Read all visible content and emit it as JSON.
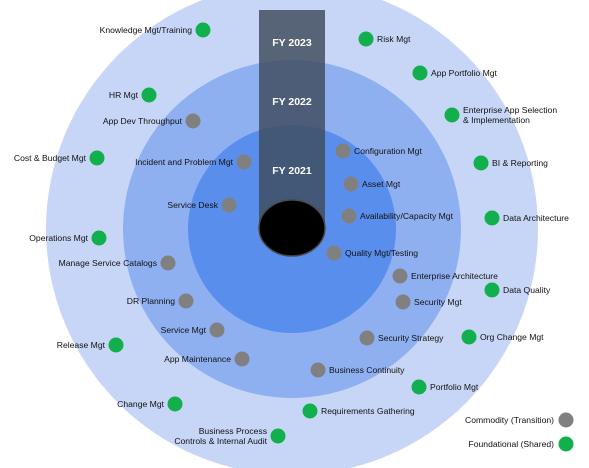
{
  "fiscal_years": [
    "FY 2023",
    "FY 2022",
    "FY 2021"
  ],
  "colors": {
    "ring_outer": "#c7d6f7",
    "ring_middle": "#8eb0f1",
    "ring_inner": "#5a8eec",
    "bar": "#3e4a5c",
    "core": "#000000",
    "commodity": "#808080",
    "foundational": "#12b04c"
  },
  "legend": [
    {
      "label": "Commodity (Transition)",
      "kind": "commodity"
    },
    {
      "label": "Foundational (Shared)",
      "kind": "foundational"
    }
  ],
  "items": [
    {
      "label": "Knowledge Mgt/Training",
      "kind": "foundational"
    },
    {
      "label": "Risk Mgt",
      "kind": "foundational"
    },
    {
      "label": "App Portfolio Mgt",
      "kind": "foundational"
    },
    {
      "label": "HR Mgt",
      "kind": "foundational"
    },
    {
      "label": "Enterprise App Selection",
      "label2": "& Implementation",
      "kind": "foundational"
    },
    {
      "label": "App Dev Throughput",
      "kind": "commodity"
    },
    {
      "label": "Configuration Mgt",
      "kind": "commodity"
    },
    {
      "label": "Cost & Budget Mgt",
      "kind": "foundational"
    },
    {
      "label": "Incident and Problem Mgt",
      "kind": "commodity"
    },
    {
      "label": "BI & Reporting",
      "kind": "foundational"
    },
    {
      "label": "Asset Mgt",
      "kind": "commodity"
    },
    {
      "label": "Service Desk",
      "kind": "commodity"
    },
    {
      "label": "Availability/Capacity Mgt",
      "kind": "commodity"
    },
    {
      "label": "Data Architecture",
      "kind": "foundational"
    },
    {
      "label": "Operations Mgt",
      "kind": "foundational"
    },
    {
      "label": "Quality Mgt/Testing",
      "kind": "commodity"
    },
    {
      "label": "Manage Service Catalogs",
      "kind": "commodity"
    },
    {
      "label": "Enterprise Architecture",
      "kind": "commodity"
    },
    {
      "label": "Data Quality",
      "kind": "foundational"
    },
    {
      "label": "DR Planning",
      "kind": "commodity"
    },
    {
      "label": "Security Mgt",
      "kind": "commodity"
    },
    {
      "label": "Service Mgt",
      "kind": "commodity"
    },
    {
      "label": "Org Change Mgt",
      "kind": "foundational"
    },
    {
      "label": "Security Strategy",
      "kind": "commodity"
    },
    {
      "label": "Release Mgt",
      "kind": "foundational"
    },
    {
      "label": "App Maintenance",
      "kind": "commodity"
    },
    {
      "label": "Business Continuity",
      "kind": "commodity"
    },
    {
      "label": "Portfolio Mgt",
      "kind": "foundational"
    },
    {
      "label": "Change Mgt",
      "kind": "foundational"
    },
    {
      "label": "Requirements Gathering",
      "kind": "foundational"
    },
    {
      "label": "Business Process",
      "label2": "Controls & Internal Audit",
      "kind": "foundational"
    }
  ]
}
